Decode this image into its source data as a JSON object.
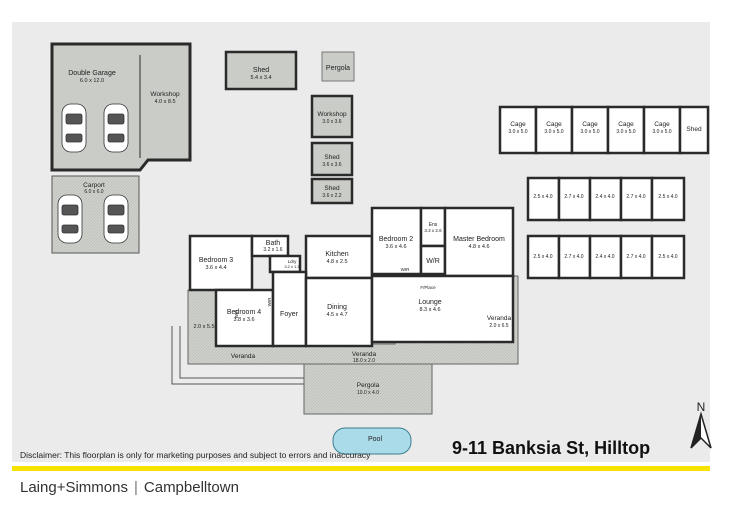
{
  "colors": {
    "background_panel": "#ebebeb",
    "room_fill": "#ffffff",
    "hatch_fill": "#c9ccc7",
    "wall": "#2a2a2a",
    "pool_fill": "#a9dbe8",
    "accent_yellow": "#f6e400"
  },
  "rooms": {
    "double_garage": {
      "name": "Double Garage",
      "size": "6.0 x 12.0"
    },
    "workshop_main": {
      "name": "Workshop",
      "size": "4.0 x 8.5"
    },
    "carport": {
      "name": "Carport",
      "size": "6.0 x 6.0"
    },
    "shed_top": {
      "name": "Shed",
      "size": "5.4 x 3.4"
    },
    "pergola_small": {
      "name": "Pergola",
      "size": ""
    },
    "workshop_small": {
      "name": "Workshop",
      "size": "3.0 x 3.6"
    },
    "shed_mid": {
      "name": "Shed",
      "size": "3.6 x 3.6"
    },
    "shed_low": {
      "name": "Shed",
      "size": "3.6 x 2.2"
    },
    "bedroom3": {
      "name": "Bedroom 3",
      "size": "3.6 x 4.4"
    },
    "bath": {
      "name": "Bath",
      "size": "3.2 x 1.6"
    },
    "laundry": {
      "name": "Ldry",
      "size": "3.2 x 1.5"
    },
    "kitchen": {
      "name": "Kitchen",
      "size": "4.8 x 2.5"
    },
    "bedroom2": {
      "name": "Bedroom 2",
      "size": "3.6 x 4.6"
    },
    "ens": {
      "name": "Ens",
      "size": "3.3 x 2.6"
    },
    "master_bedroom": {
      "name": "Master Bedroom",
      "size": "4.8 x 4.6"
    },
    "wr": {
      "name": "W/R"
    },
    "bedroom4": {
      "name": "Bedroom 4",
      "size": "3.8 x 3.6"
    },
    "foyer": {
      "name": "Foyer"
    },
    "dining": {
      "name": "Dining",
      "size": "4.5 x 4.7"
    },
    "lounge": {
      "name": "Lounge",
      "size": "8.3 x 4.6"
    },
    "fplace": {
      "name": "F/Place"
    },
    "veranda_left": {
      "name": "2.0 x 5.5"
    },
    "veranda_lower_left": {
      "name": "Veranda"
    },
    "veranda_bottom": {
      "name": "Veranda",
      "size": "18.0 x 2.0"
    },
    "veranda_right": {
      "name": "Veranda",
      "size": "2.0 x 6.5"
    },
    "pergola_large": {
      "name": "Pergola",
      "size": "10.0 x 4.0"
    },
    "pool": {
      "name": "Pool"
    }
  },
  "wir_labels": [
    "WIR",
    "WIR",
    "WIR"
  ],
  "cages": [
    {
      "name": "Cage",
      "size": "3.0 x 5.0"
    },
    {
      "name": "Cage",
      "size": "3.0 x 5.0"
    },
    {
      "name": "Cage",
      "size": "3.0 x 5.0"
    },
    {
      "name": "Cage",
      "size": "3.0 x 5.0"
    },
    {
      "name": "Cage",
      "size": "3.0 x 5.0"
    },
    {
      "name": "Shed",
      "size": ""
    }
  ],
  "pens_row1": [
    "2.5 x 4.0",
    "2.7 x 4.0",
    "2.4 x 4.0",
    "2.7 x 4.0",
    "2.5 x 4.0"
  ],
  "pens_row2": [
    "2.5 x 4.0",
    "2.7 x 4.0",
    "2.4 x 4.0",
    "2.7 x 4.0",
    "2.5 x 4.0"
  ],
  "north_label": "N",
  "disclaimer": "Disclaimer: This floorplan is only for marketing purposes and subject to errors and inaccuracy",
  "address": "9-11 Banksia St, Hilltop",
  "brand": {
    "agency": "Laing+Simmons",
    "separator": "|",
    "office": "Campbelltown"
  }
}
